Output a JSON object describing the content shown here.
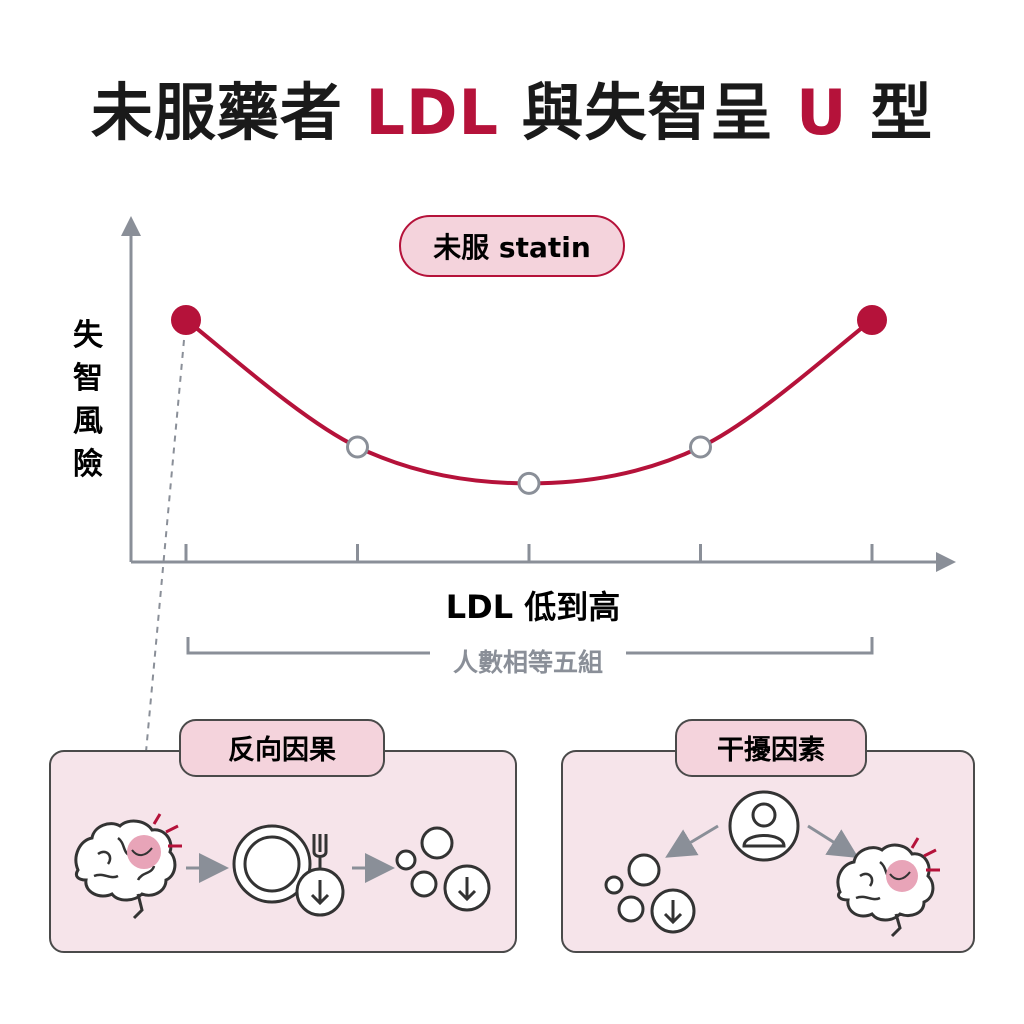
{
  "title": {
    "part1": "未服藥者 ",
    "highlight1": "LDL",
    "part2": " 與失智呈 ",
    "highlight2": "U",
    "part3": " 型"
  },
  "chart": {
    "group_label": "未服 statin",
    "y_axis_label": [
      "失",
      "智",
      "風",
      "險"
    ],
    "x_axis_label": "LDL 低到高",
    "bracket_label": "人數相等五組"
  },
  "chart_data": {
    "type": "line",
    "categories": [
      "1",
      "2",
      "3",
      "4",
      "5"
    ],
    "values": [
      4,
      1.9,
      1.3,
      1.9,
      4
    ],
    "highlighted": [
      true,
      false,
      false,
      false,
      true
    ]
  },
  "panels": {
    "left_title": "反向因果",
    "right_title": "干擾因素"
  },
  "colors": {
    "accent": "#b5123a",
    "pill_fill": "#f4d3dc",
    "panel_fill": "#f6e4ea",
    "axis": "#8a8f98"
  },
  "icons": {
    "brain": "brain-icon",
    "plate": "plate-fork-icon",
    "circles": "circles-decrease-icon",
    "person": "person-icon"
  }
}
